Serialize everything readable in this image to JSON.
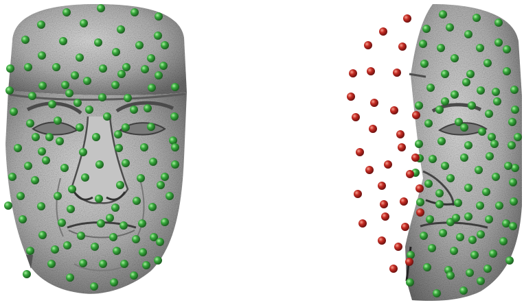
{
  "figure": {
    "panels": [
      {
        "id": "full-face",
        "description_hidden": true,
        "marker_color": "green"
      },
      {
        "id": "partial-face",
        "description_hidden": true,
        "marker_colors": [
          "green",
          "red"
        ]
      }
    ]
  },
  "colors": {
    "background": "#ffffff",
    "face_light": "#d8d8d8",
    "face_mid": "#a9a9a9",
    "face_dark": "#5e5e5e",
    "marker_green": "#2f9a35",
    "marker_green_highlight": "#8fe08f",
    "marker_red": "#b5221e",
    "marker_red_highlight": "#f08a7a"
  },
  "landmark_counts": {
    "left_green": 118,
    "right_green": 92,
    "right_red": 33
  }
}
